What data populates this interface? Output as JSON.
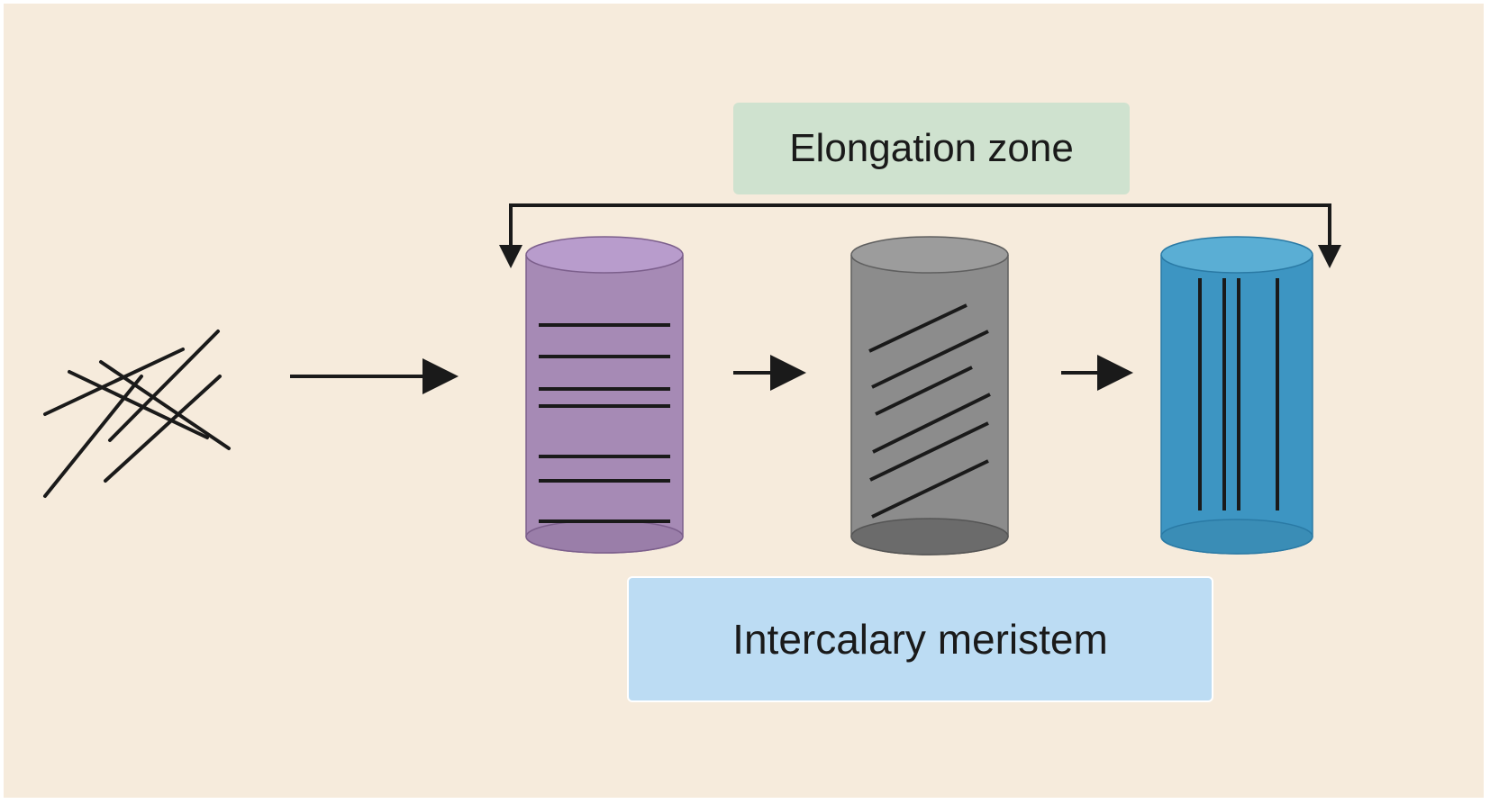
{
  "labels": {
    "elongation_zone": "Elongation zone",
    "intercalary_meristem": "Intercalary meristem"
  },
  "colors": {
    "background": "#f6ebdc",
    "elongation_box": "#cfe2cf",
    "meristem_box": "#bcdcf3",
    "cylinder_purple": "#a68ab5",
    "cylinder_gray": "#8a8a8a",
    "cylinder_blue": "#3d95c2",
    "lines": "#1a1a1a"
  },
  "diagram": {
    "stages": [
      {
        "name": "random-microfibrils",
        "pattern": "random"
      },
      {
        "name": "purple-cell",
        "pattern": "transverse"
      },
      {
        "name": "gray-cell",
        "pattern": "oblique"
      },
      {
        "name": "blue-cell",
        "pattern": "longitudinal"
      }
    ],
    "bracket_spans": "purple-cell to blue-cell"
  }
}
